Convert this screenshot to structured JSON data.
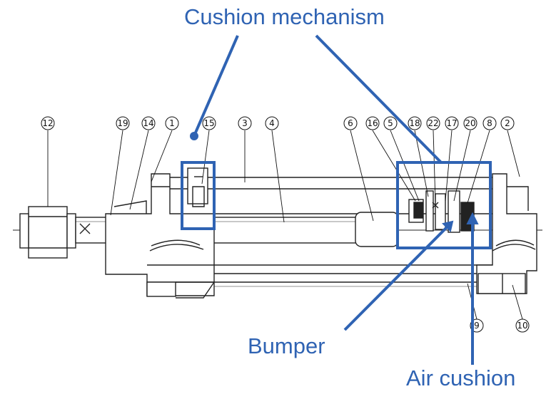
{
  "annotations": {
    "cushion_mechanism": "Cushion mechanism",
    "bumper": "Bumper",
    "air_cushion": "Air cushion"
  },
  "part_numbers": [
    "12",
    "19",
    "14",
    "1",
    "15",
    "3",
    "4",
    "6",
    "16",
    "5",
    "18",
    "22",
    "17",
    "20",
    "8",
    "2",
    "9",
    "10"
  ],
  "colors": {
    "annotation": "#2f63b3",
    "drawing": "#222222"
  }
}
